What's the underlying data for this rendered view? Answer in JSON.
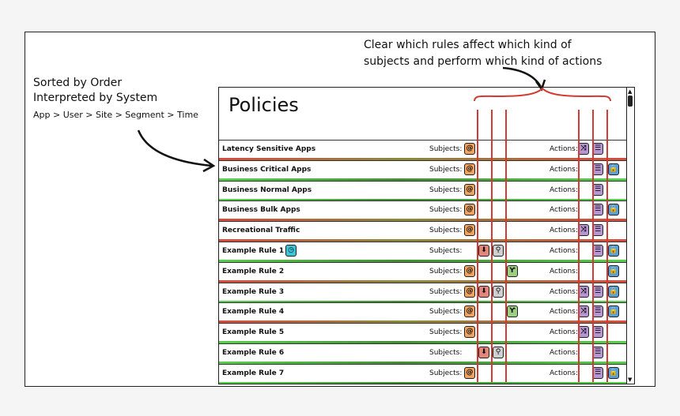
{
  "annotations": {
    "sorted_line1": "Sorted by Order",
    "sorted_line2": "Interpreted by System",
    "sorted_line3": "App > User > Site > Segment > Time",
    "top_line1": "Clear which rules affect which kind of",
    "top_line2": "subjects and perform which kind of actions"
  },
  "panel": {
    "title": "Policies"
  },
  "labels": {
    "subjects": "Subjects:",
    "actions": "Actions:"
  },
  "colors": {
    "red_stripe": "#d94a3c",
    "green_stripe": "#55d14a",
    "annotation_red": "#d23b32"
  },
  "rules": [
    {
      "name": "Latency Sensitive Apps",
      "stripe": "red",
      "subjects": [
        "app"
      ],
      "actions": [
        "shuffle",
        "sliders"
      ]
    },
    {
      "name": "Business Critical Apps",
      "stripe": "green",
      "subjects": [
        "app"
      ],
      "actions": [
        "sliders",
        "lock"
      ]
    },
    {
      "name": "Business Normal Apps",
      "stripe": "green",
      "subjects": [
        "app"
      ],
      "actions": [
        "sliders"
      ]
    },
    {
      "name": "Business Bulk Apps",
      "stripe": "red",
      "subjects": [
        "app"
      ],
      "actions": [
        "sliders",
        "lock"
      ]
    },
    {
      "name": "Recreational Traffic",
      "stripe": "red",
      "subjects": [
        "app"
      ],
      "actions": [
        "shuffle",
        "sliders"
      ]
    },
    {
      "name": "Example Rule 1",
      "stripe": "green",
      "badge": "clock",
      "subjects": [
        "user",
        "site"
      ],
      "actions": [
        "sliders",
        "lock"
      ]
    },
    {
      "name": "Example Rule 2",
      "stripe": "red",
      "subjects": [
        "app",
        "segment"
      ],
      "actions": [
        "lock"
      ]
    },
    {
      "name": "Example Rule 3",
      "stripe": "green",
      "subjects": [
        "app",
        "user",
        "site"
      ],
      "actions": [
        "shuffle",
        "sliders",
        "lock"
      ]
    },
    {
      "name": "Example Rule 4",
      "stripe": "red",
      "subjects": [
        "app",
        "segment"
      ],
      "actions": [
        "shuffle",
        "sliders",
        "lock"
      ]
    },
    {
      "name": "Example Rule 5",
      "stripe": "green",
      "subjects": [
        "app"
      ],
      "actions": [
        "shuffle",
        "sliders"
      ]
    },
    {
      "name": "Example Rule 6",
      "stripe": "green",
      "subjects": [
        "user",
        "site"
      ],
      "actions": [
        "sliders"
      ]
    },
    {
      "name": "Example Rule 7",
      "stripe": "green",
      "subjects": [
        "app"
      ],
      "actions": [
        "sliders",
        "lock"
      ]
    }
  ]
}
